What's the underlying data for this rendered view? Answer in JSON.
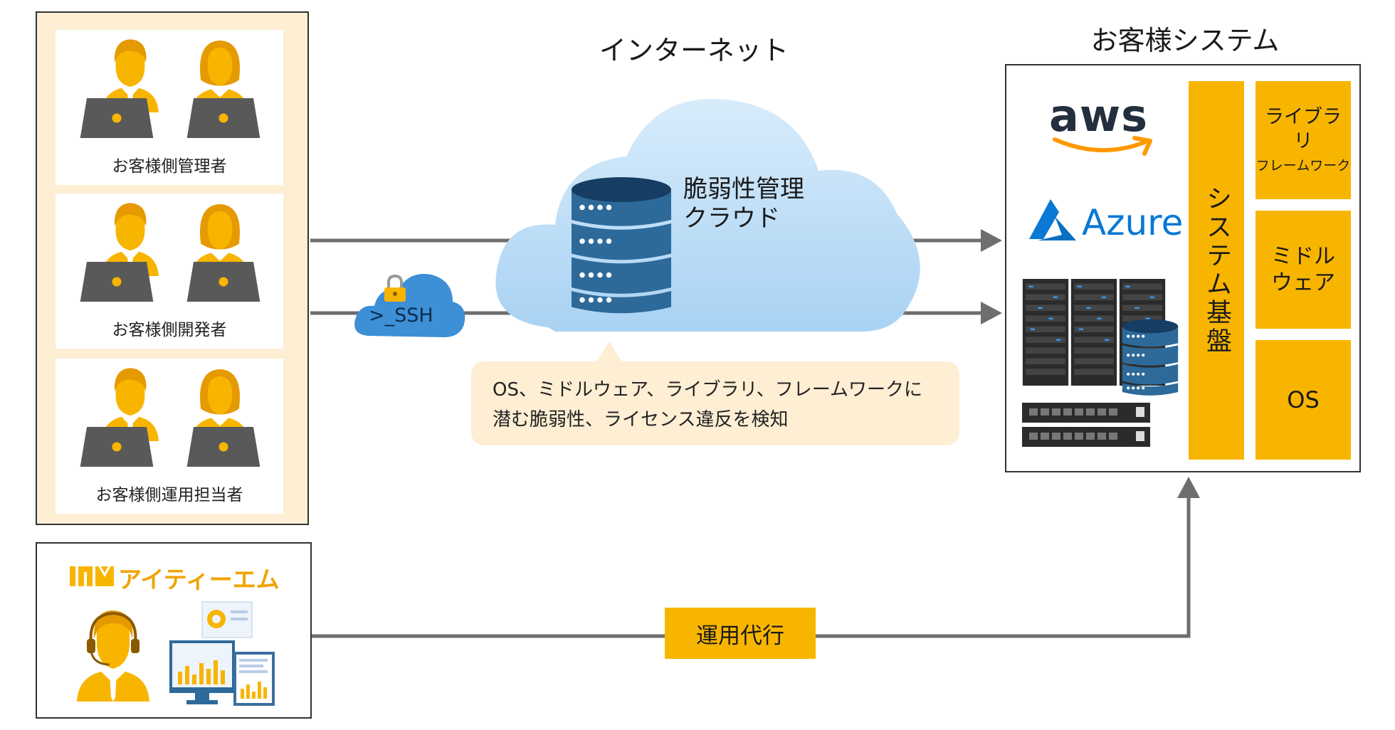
{
  "title_internet": "インターネット",
  "title_customer_system": "お客様システム",
  "user_groups": [
    {
      "label": "お客様側管理者"
    },
    {
      "label": "お客様側開発者"
    },
    {
      "label": "お客様側運用担当者"
    }
  ],
  "cloud": {
    "label_line1": "脆弱性管理",
    "label_line2": "クラウド"
  },
  "ssh_label": ">_SSH",
  "bubble": {
    "line1": "OS、ミドルウェア、ライブラリ、フレームワークに",
    "line2": "潜む脆弱性、ライセンス違反を検知"
  },
  "providers": {
    "aws": "aws",
    "azure": "Azure"
  },
  "system_base": "システム基盤",
  "stack": {
    "library_line1": "ライブラリ",
    "library_line2": "フレームワーク",
    "middleware_line1": "ミドル",
    "middleware_line2": "ウェア",
    "os": "OS"
  },
  "itm": {
    "brand": "アイティーエム",
    "logo": "itm"
  },
  "operation_label": "運用代行",
  "colors": {
    "accent": "#f8b500",
    "panel": "#fdeed4",
    "arrow": "#6e6e6e",
    "aws_orange": "#f90",
    "azure_blue": "#0a78d4"
  }
}
